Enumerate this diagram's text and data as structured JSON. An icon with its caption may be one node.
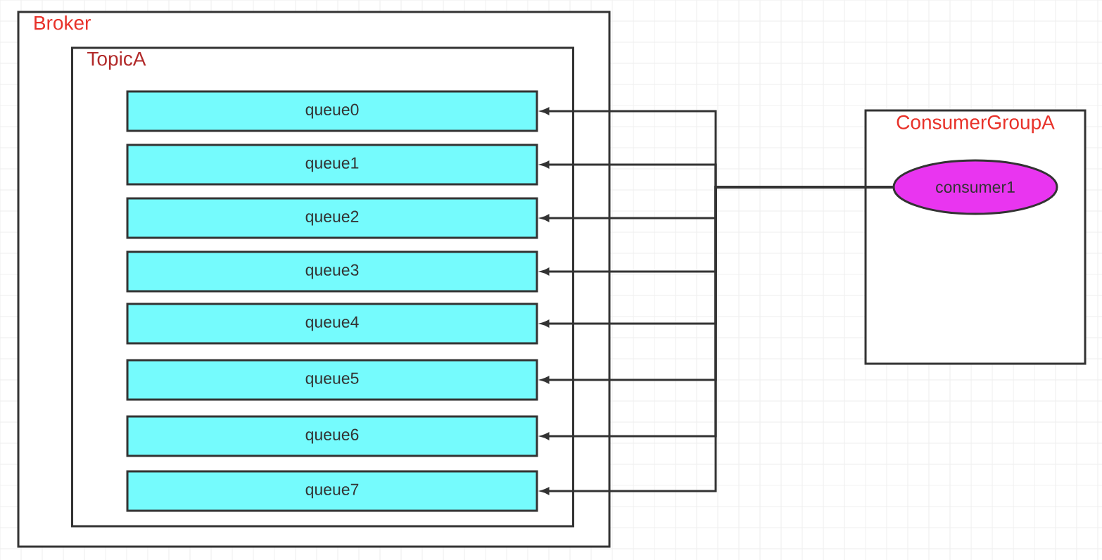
{
  "diagram": {
    "nodes": [
      {
        "text": [
          "Broker"
        ]
      },
      {
        "text": [
          "TopicA"
        ],
        "in": 0
      },
      {
        "text": [
          "queue0"
        ],
        "in": 1
      },
      {
        "text": [
          "queue1"
        ],
        "in": 1
      },
      {
        "text": [
          "queue2"
        ],
        "in": 1
      },
      {
        "text": [
          "queue3"
        ],
        "in": 1
      },
      {
        "text": [
          "queue4"
        ],
        "in": 1
      },
      {
        "text": [
          "queue5"
        ],
        "in": 1
      },
      {
        "text": [
          "queue6"
        ],
        "in": 1
      },
      {
        "text": [
          "queue7"
        ],
        "in": 1
      },
      {
        "text": [
          "ConsumerGroupA"
        ]
      },
      {
        "text": [
          "consumer1"
        ],
        "in": 10
      }
    ],
    "edges": [
      {
        "from": 11,
        "to": 2,
        "arrow": "to"
      },
      {
        "from": 11,
        "to": 3,
        "arrow": "to"
      },
      {
        "from": 11,
        "to": 4,
        "arrow": "to"
      },
      {
        "from": 11,
        "to": 5,
        "arrow": "to"
      },
      {
        "from": 11,
        "to": 6,
        "arrow": "to"
      },
      {
        "from": 11,
        "to": 7,
        "arrow": "to"
      },
      {
        "from": 11,
        "to": 8,
        "arrow": "to"
      },
      {
        "from": 11,
        "to": 9,
        "arrow": "to"
      }
    ]
  }
}
